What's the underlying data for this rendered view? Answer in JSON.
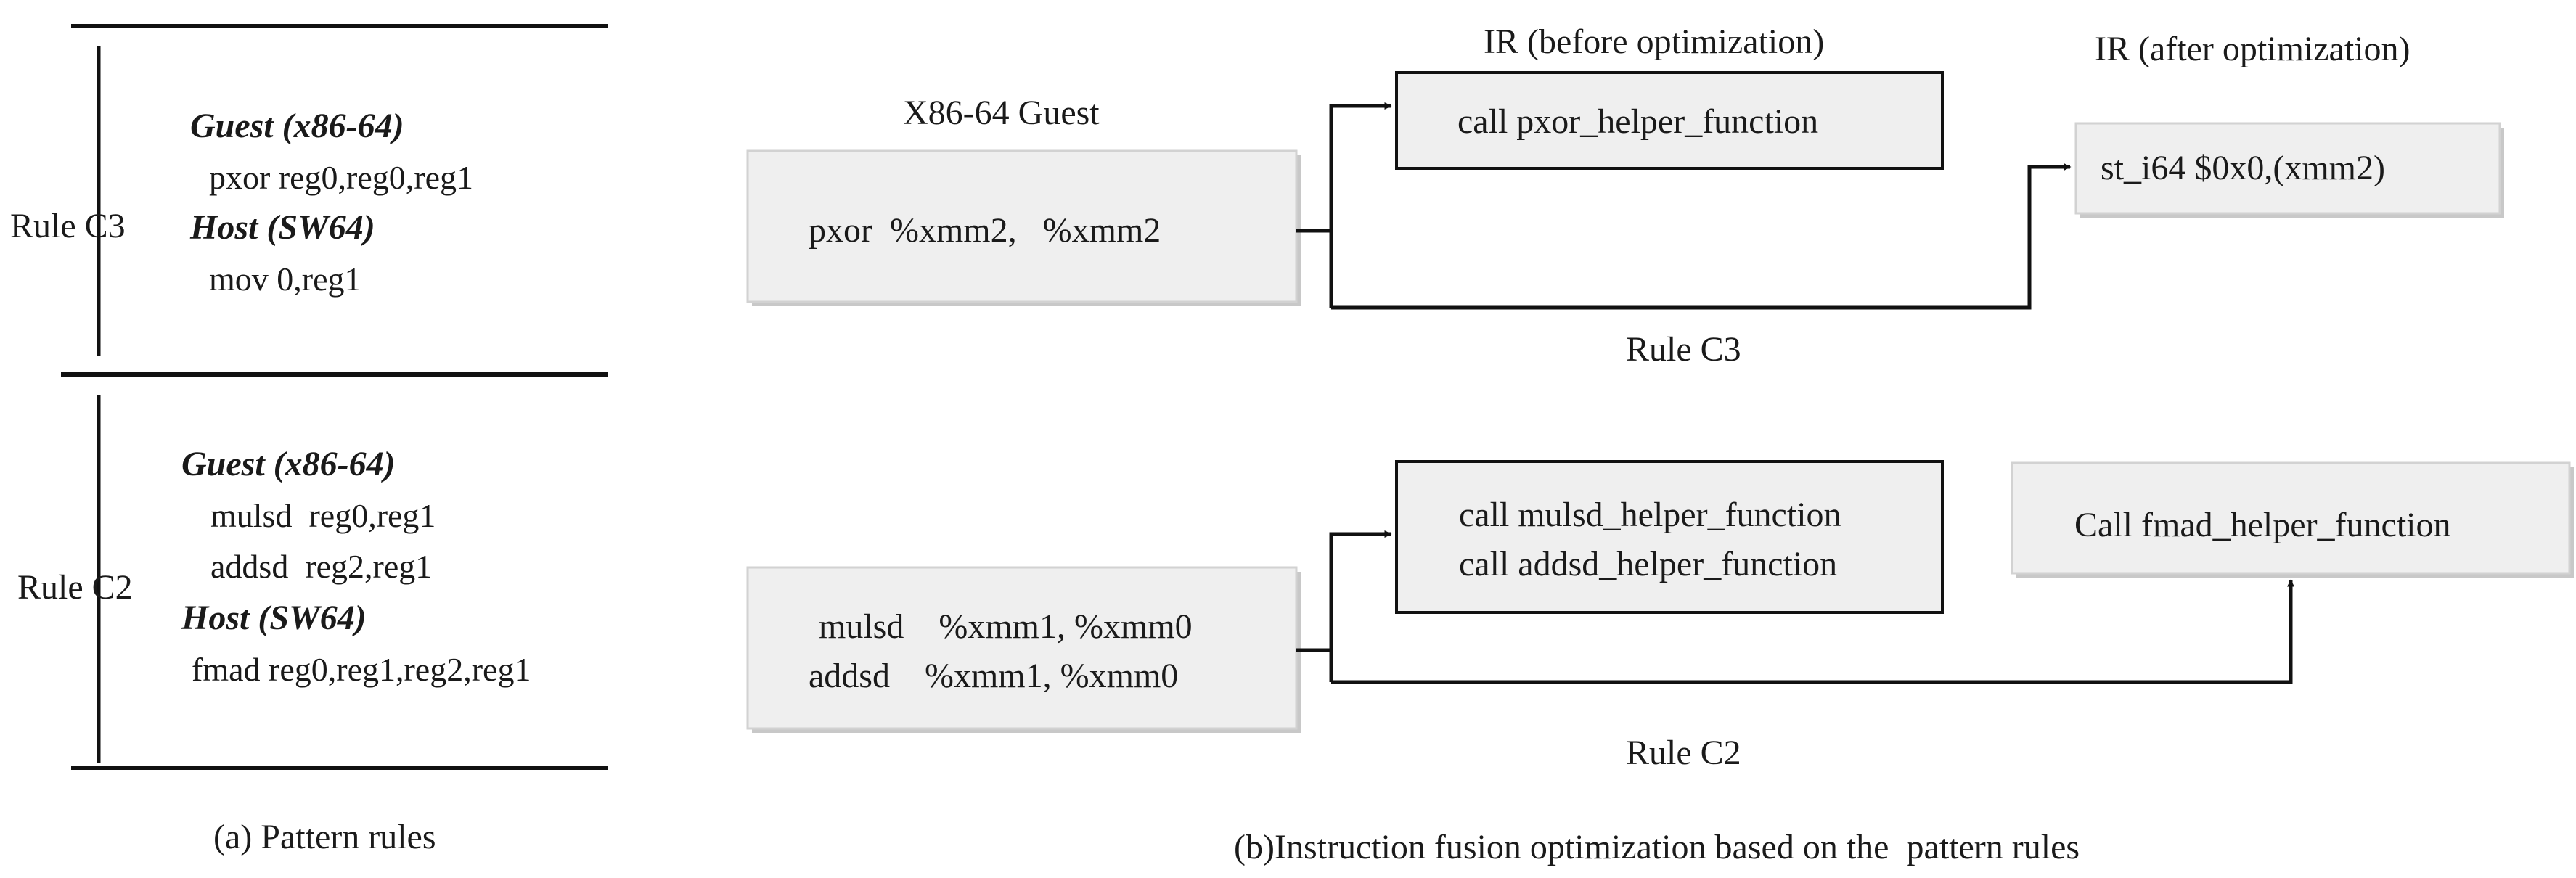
{
  "panel_a": {
    "rule_c3": {
      "label": "Rule C3",
      "guest_heading": "Guest (x86-64)",
      "guest_code": "pxor reg0,reg0,reg1",
      "host_heading": "Host (SW64)",
      "host_code": "mov 0,reg1"
    },
    "rule_c2": {
      "label": "Rule C2",
      "guest_heading": "Guest (x86-64)",
      "guest_code_1": "mulsd  reg0,reg1",
      "guest_code_2": "addsd  reg2,reg1",
      "host_heading": "Host (SW64)",
      "host_code": "fmad reg0,reg1,reg2,reg1"
    },
    "caption": "(a) Pattern rules"
  },
  "panel_b": {
    "guest_title": "X86-64 Guest",
    "ir_before_title": "IR (before optimization)",
    "ir_after_title": "IR (after optimization)",
    "c3": {
      "guest_code": "pxor  %xmm2,   %xmm2",
      "ir_before": "call pxor_helper_function",
      "ir_after": "st_i64 $0x0,(xmm2)",
      "rule_label": "Rule C3"
    },
    "c2": {
      "guest_code_1": "mulsd    %xmm1, %xmm0",
      "guest_code_2": "addsd    %xmm1, %xmm0",
      "ir_before_1": "call mulsd_helper_function",
      "ir_before_2": "call addsd_helper_function",
      "ir_after": "Call fmad_helper_function",
      "rule_label": "Rule C2"
    },
    "caption": "(b)Instruction fusion optimization based on the  pattern rules"
  },
  "colors": {
    "line": "#111111",
    "box_fill": "#efefef",
    "box_border_soft": "#d2d2d2",
    "shadow": "#c8c8c8"
  }
}
